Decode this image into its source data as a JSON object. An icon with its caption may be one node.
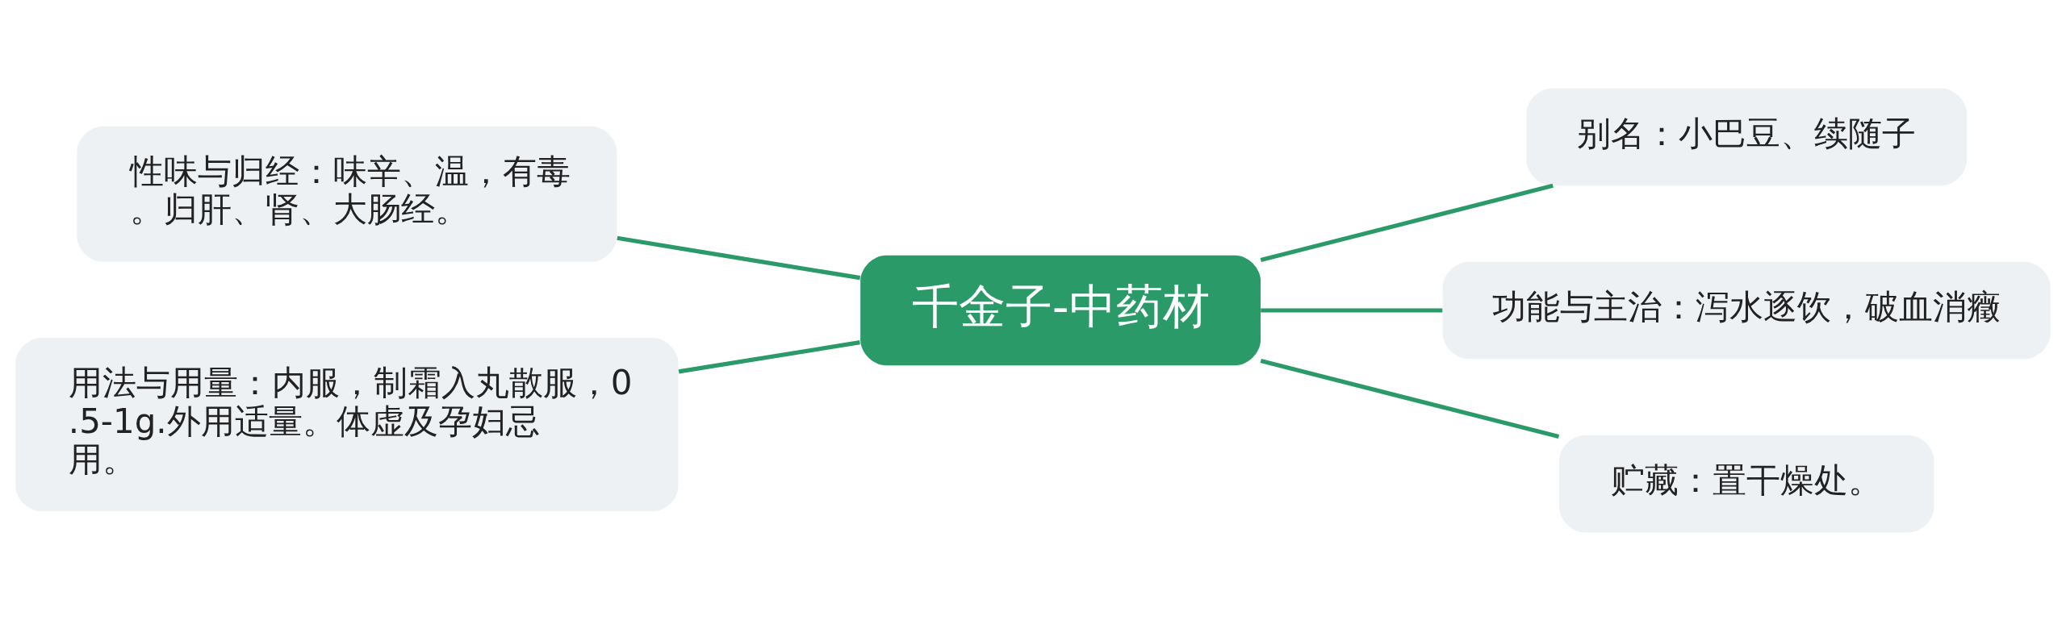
{
  "diagram": {
    "nodes": [
      {
        "text": [
          "千金子-中药材"
        ]
      },
      {
        "text": [
          "别名：小巴豆、续随子"
        ]
      },
      {
        "text": [
          "性味与归经：味辛、温，有毒。归肝、肾、大肠经。"
        ]
      },
      {
        "text": [
          "功能与主治：泻水逐饮，破血消癥"
        ]
      },
      {
        "text": [
          "用法与用量：内服，制霜入丸散服，0.5-1g.外用适量。体虚及孕妇忌用。"
        ]
      },
      {
        "text": [
          "贮藏：置干燥处。"
        ]
      }
    ],
    "edges": [
      {
        "from": 0,
        "to": 1,
        "arrow": "none"
      },
      {
        "from": 0,
        "to": 2,
        "arrow": "none"
      },
      {
        "from": 0,
        "to": 3,
        "arrow": "none"
      },
      {
        "from": 0,
        "to": 4,
        "arrow": "none"
      },
      {
        "from": 0,
        "to": 5,
        "arrow": "none"
      }
    ]
  }
}
